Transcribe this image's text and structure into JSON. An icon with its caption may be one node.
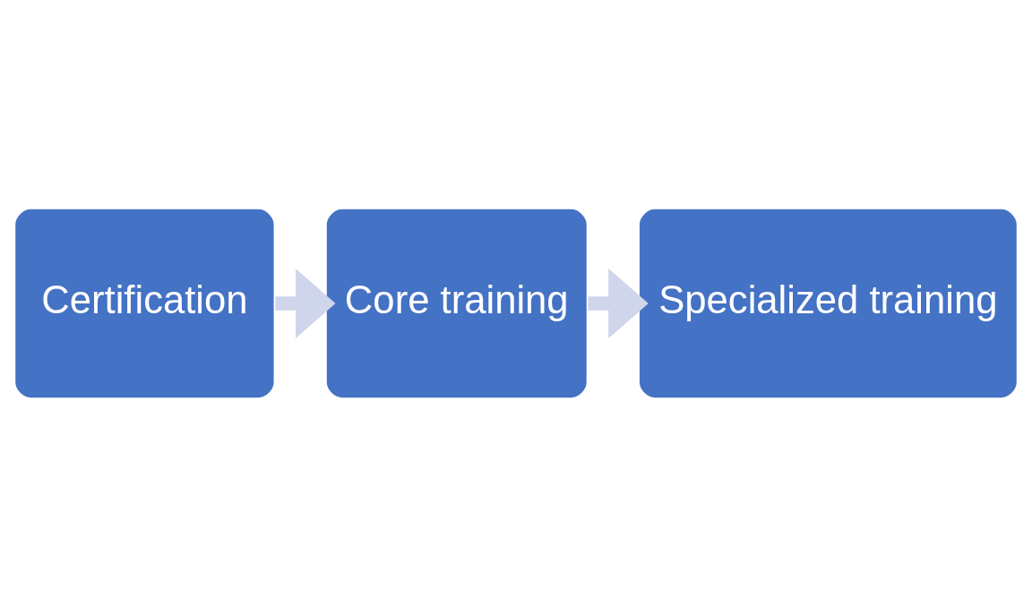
{
  "diagram": {
    "nodes": [
      {
        "text": [
          "Certification"
        ]
      },
      {
        "text": [
          "Core training"
        ]
      },
      {
        "text": [
          "Specialized training"
        ]
      }
    ],
    "edges": [
      {
        "from": 0,
        "to": 1,
        "arrow": "to"
      },
      {
        "from": 1,
        "to": 2,
        "arrow": "to"
      }
    ]
  }
}
